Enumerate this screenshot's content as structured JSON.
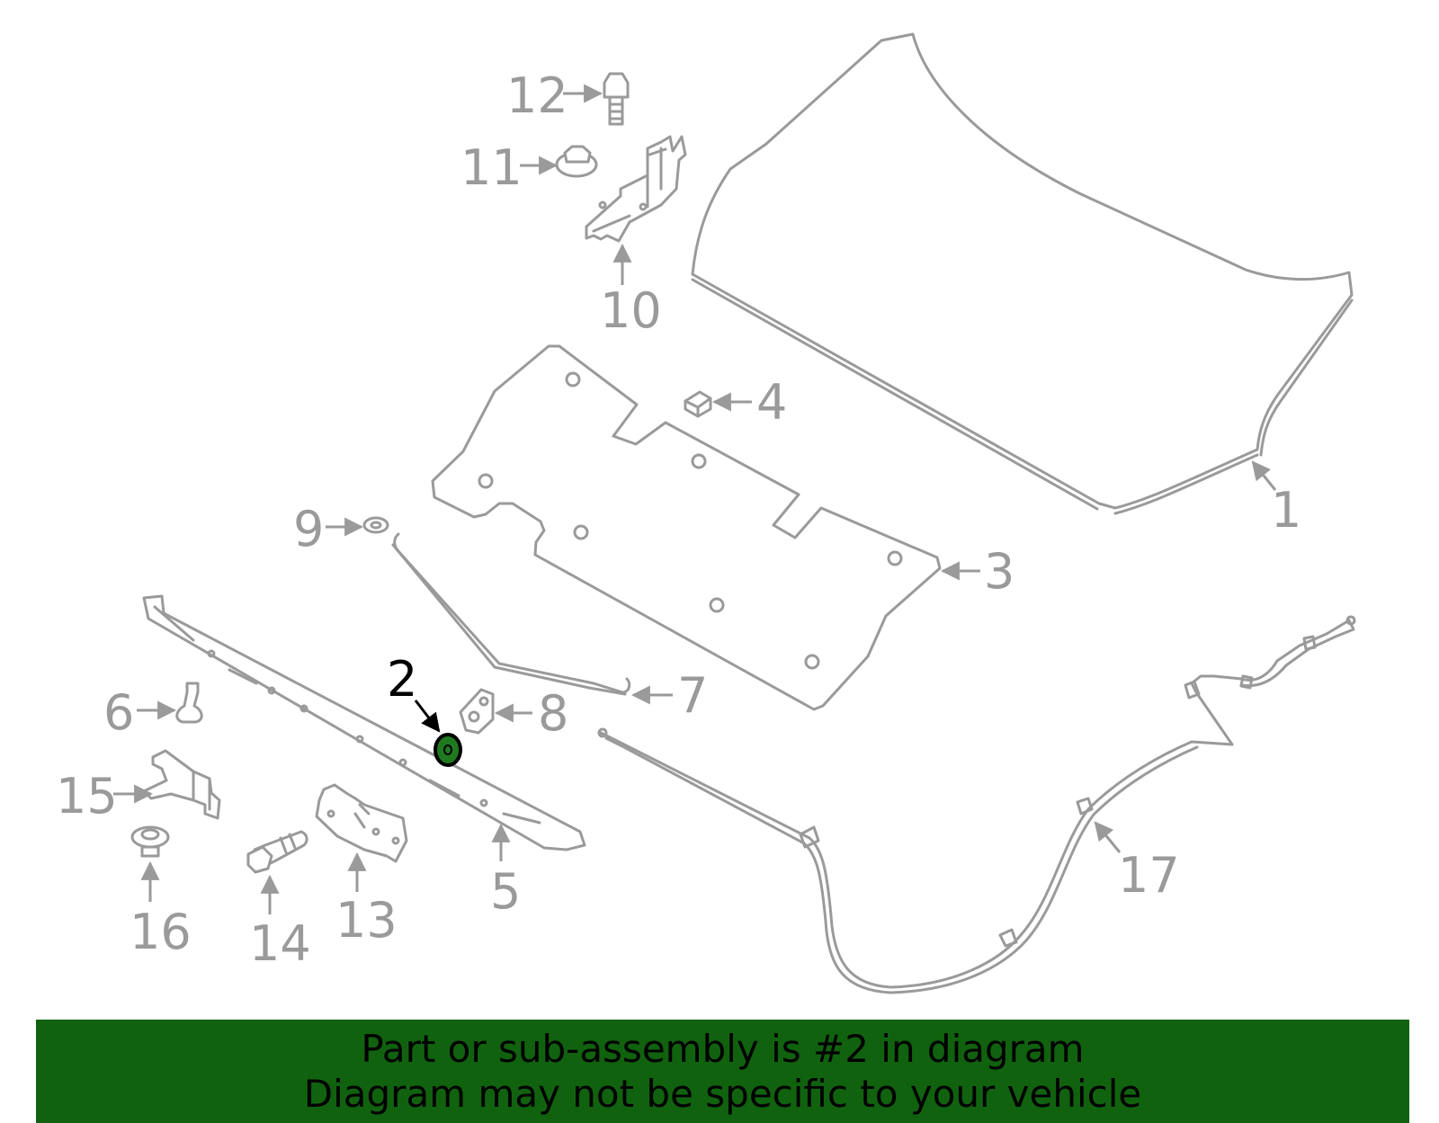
{
  "colors": {
    "part_stroke": "#9a9a9a",
    "highlight_fill": "#1f7a1f",
    "highlight_label": "#000000",
    "banner_bg": "#11620f",
    "banner_text": "#000000"
  },
  "diagram": {
    "highlighted_part": "2",
    "callouts": [
      {
        "id": "1",
        "label": "1"
      },
      {
        "id": "2",
        "label": "2"
      },
      {
        "id": "3",
        "label": "3"
      },
      {
        "id": "4",
        "label": "4"
      },
      {
        "id": "5",
        "label": "5"
      },
      {
        "id": "6",
        "label": "6"
      },
      {
        "id": "7",
        "label": "7"
      },
      {
        "id": "8",
        "label": "8"
      },
      {
        "id": "9",
        "label": "9"
      },
      {
        "id": "10",
        "label": "10"
      },
      {
        "id": "11",
        "label": "11"
      },
      {
        "id": "12",
        "label": "12"
      },
      {
        "id": "13",
        "label": "13"
      },
      {
        "id": "14",
        "label": "14"
      },
      {
        "id": "15",
        "label": "15"
      },
      {
        "id": "16",
        "label": "16"
      },
      {
        "id": "17",
        "label": "17"
      }
    ]
  },
  "banner": {
    "line1": "Part or sub-assembly is #2 in diagram",
    "line2": "Diagram may not be specific to your vehicle"
  }
}
